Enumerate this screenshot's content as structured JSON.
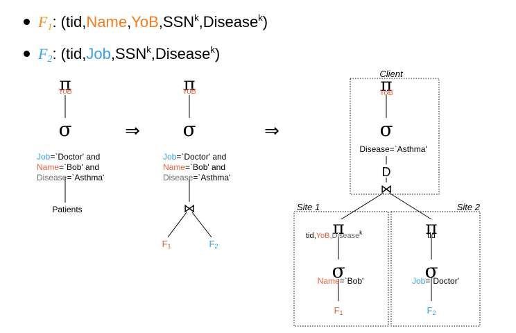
{
  "bullets": [
    {
      "fname": "F",
      "fsub": "1",
      "colon": ": (",
      "parts": [
        {
          "text": "tid",
          "color": "black"
        },
        {
          "text": ",",
          "color": "black"
        },
        {
          "text": "Name",
          "color": "orange"
        },
        {
          "text": ",",
          "color": "black"
        },
        {
          "text": "YoB",
          "color": "orange"
        },
        {
          "text": ",SSN",
          "color": "black"
        },
        {
          "sup": "k"
        },
        {
          "text": ",Disease",
          "color": "black"
        },
        {
          "sup": "k"
        },
        {
          "text": ")",
          "color": "black"
        }
      ]
    },
    {
      "fname": "F",
      "fsub": "2",
      "colon": ": (",
      "parts": [
        {
          "text": "tid",
          "color": "black"
        },
        {
          "text": ",",
          "color": "black"
        },
        {
          "text": "Job",
          "color": "blue"
        },
        {
          "text": ",SSN",
          "color": "black"
        },
        {
          "sup": "k"
        },
        {
          "text": ",Disease",
          "color": "black"
        },
        {
          "sup": "k"
        },
        {
          "text": ")",
          "color": "black"
        }
      ]
    }
  ],
  "symbols": {
    "pi": "π",
    "sigma": "σ",
    "join": "⋈",
    "decrypt": "D",
    "arrow": "⇒"
  },
  "tree1": {
    "proj": "YoB",
    "cond": [
      {
        "colored": "Job",
        "color": "blue",
        "rest": "=`Doctor' and"
      },
      {
        "colored": "Name",
        "color": "red",
        "rest": "=`Bob' and"
      },
      {
        "colored": "Disease",
        "color": "gray",
        "rest": "=`Asthma'"
      }
    ],
    "leaf": "Patients"
  },
  "tree2": {
    "proj": "YoB",
    "cond": [
      {
        "colored": "Job",
        "color": "blue",
        "rest": "=`Doctor' and"
      },
      {
        "colored": "Name",
        "color": "red",
        "rest": "=`Bob' and"
      },
      {
        "colored": "Disease",
        "color": "gray",
        "rest": "=`Asthma'"
      }
    ],
    "leaf_left": {
      "name": "F",
      "sub": "1"
    },
    "leaf_right": {
      "name": "F",
      "sub": "2"
    }
  },
  "tree3": {
    "client_label": "Client",
    "proj": "YoB",
    "cond": "Disease=`Asthma'",
    "site1": {
      "label": "Site 1",
      "proj_parts": [
        {
          "text": "tid,",
          "color": "black"
        },
        {
          "text": "YoB",
          "color": "red"
        },
        {
          "text": ",Disease",
          "color": "gray"
        },
        {
          "sup": "k"
        }
      ],
      "cond_colored": "Name",
      "cond_rest": "=`Bob'",
      "leaf": {
        "name": "F",
        "sub": "1"
      }
    },
    "site2": {
      "label": "Site 2",
      "proj": "tid",
      "cond_colored": "Job",
      "cond_rest": "=`Doctor'",
      "leaf": {
        "name": "F",
        "sub": "2"
      }
    }
  },
  "colors": {
    "orange": "#f47c20",
    "blue": "#3aa0e8",
    "red": "#e8603c",
    "gray": "#6b6b6b"
  }
}
